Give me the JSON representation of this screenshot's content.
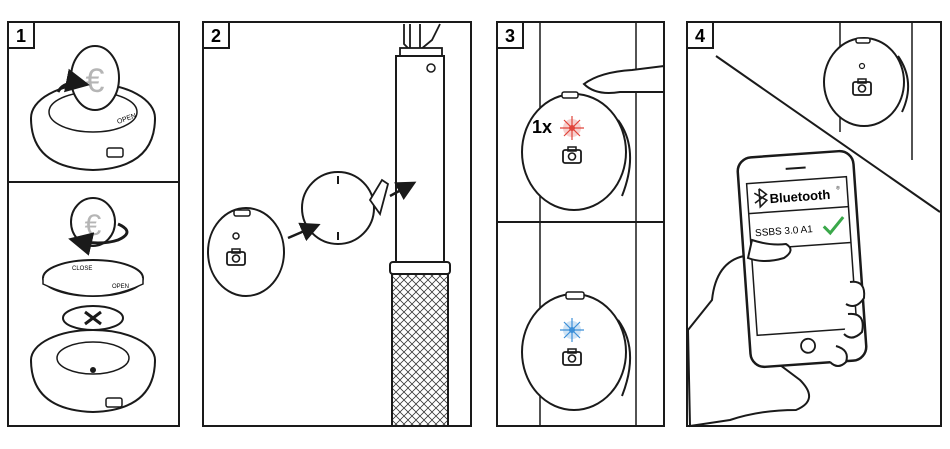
{
  "panels": [
    {
      "step": "1",
      "sub_labels": {
        "open": "OPEN",
        "close": "CLOSE"
      }
    },
    {
      "step": "2"
    },
    {
      "step": "3",
      "press_count": "1x"
    },
    {
      "step": "4",
      "phone": {
        "bt_title": "Bluetooth",
        "bt_tm": "®",
        "device_name": "SSBS 3.0 A1"
      }
    }
  ],
  "colors": {
    "line": "#1a1a1a",
    "led_red": "#e0443a",
    "led_blue": "#3c8fd8",
    "check_green": "#3aa84a"
  },
  "icons": [
    "euro-coin-icon",
    "camera-icon",
    "bluetooth-icon",
    "checkmark-icon",
    "arrow-icon"
  ]
}
